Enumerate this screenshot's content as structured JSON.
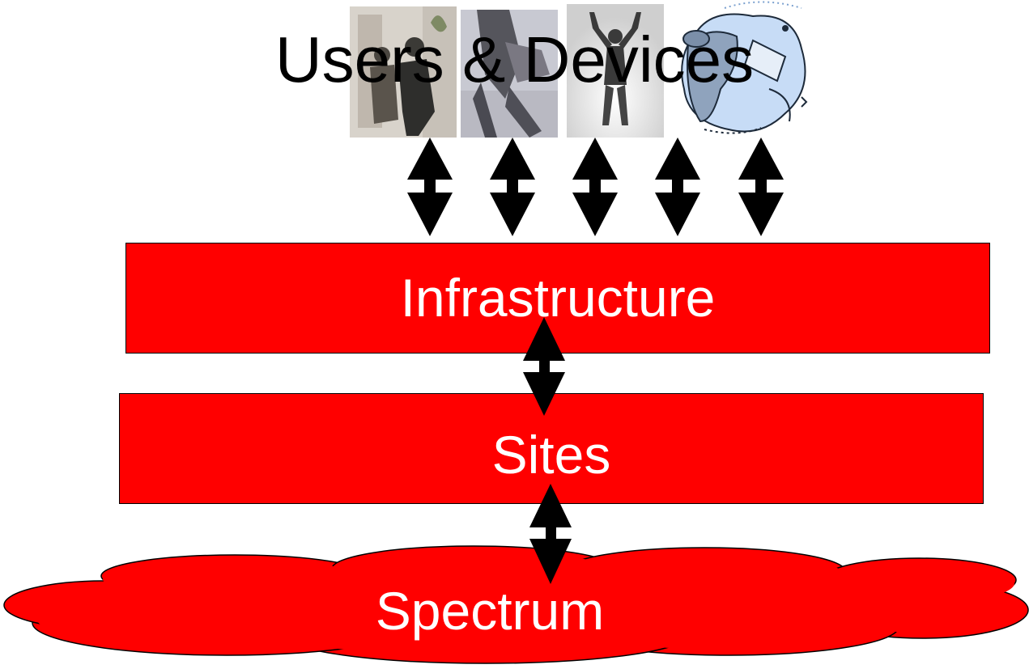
{
  "title": "Users & Devices",
  "layers": {
    "infrastructure": "Infrastructure",
    "sites": "Sites",
    "spectrum": "Spectrum"
  },
  "colors": {
    "fill": "#ff0000",
    "stroke": "#000000",
    "arrow": "#000000",
    "layer_text": "#ffffff"
  },
  "images": [
    "business-people-photo",
    "walking-person-photo",
    "silhouette-photo",
    "satellite-clipart"
  ]
}
